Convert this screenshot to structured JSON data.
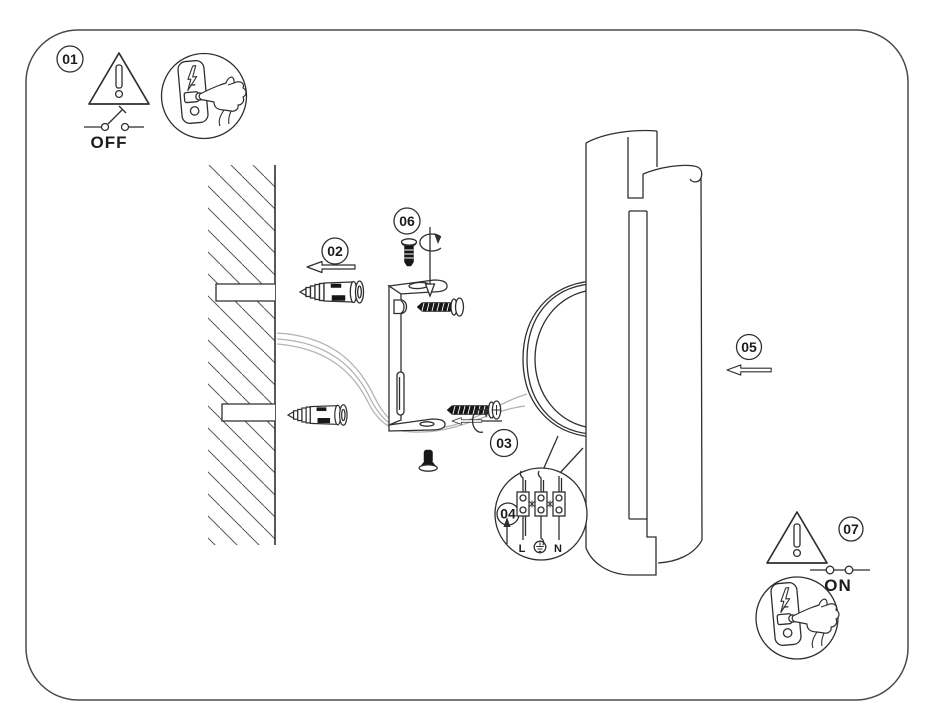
{
  "diagram": {
    "title_hint": "wall-lamp-installation-steps",
    "steps": [
      {
        "label": "01"
      },
      {
        "label": "02"
      },
      {
        "label": "03"
      },
      {
        "label": "04"
      },
      {
        "label": "05"
      },
      {
        "label": "06"
      },
      {
        "label": "07"
      }
    ],
    "power": {
      "off_label": "OFF",
      "on_label": "ON"
    },
    "terminals": {
      "live": "L",
      "neutral": "N"
    },
    "icons": {
      "warning-triangle-icon": "!",
      "power-panel-hand-icon": "⚡",
      "ground-icon": "⏚",
      "arrow-left-icon": "←",
      "arrow-down-icon": "↓",
      "rotation-icon": "↻",
      "switch-open-icon": "OFF-switch",
      "switch-closed-icon": "ON-switch"
    },
    "colors": {
      "background": "#ffffff",
      "line": "#2f2f2f",
      "screw_fill": "#171717",
      "wire": "#b3b3b3",
      "border": "#4a4a4a"
    }
  }
}
